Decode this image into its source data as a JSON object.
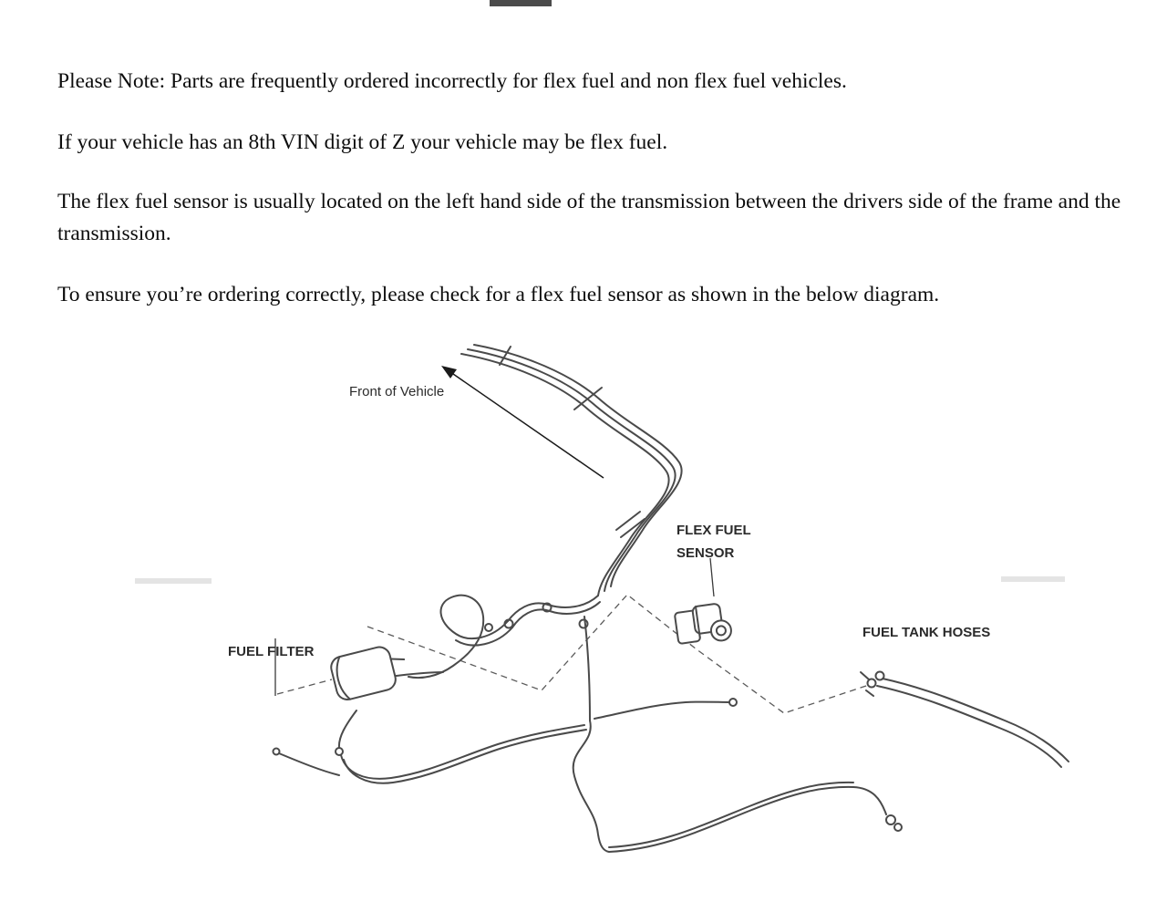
{
  "notice": {
    "paragraphs": [
      "Please Note: Parts are frequently ordered incorrectly for flex fuel and non flex fuel vehicles.",
      "If your vehicle has an 8th VIN digit of Z your vehicle may be flex fuel.",
      "The flex fuel sensor is usually located on the left hand side of the transmission between the drivers side of the frame and the transmission.",
      "To ensure you’re ordering correctly, please check for a flex fuel sensor as shown in the below diagram."
    ]
  },
  "diagram": {
    "labels": {
      "front_of_vehicle": "Front of Vehicle",
      "flex_fuel_sensor_line1": "FLEX FUEL",
      "flex_fuel_sensor_line2": "SENSOR",
      "fuel_tank_hoses": "FUEL TANK HOSES",
      "fuel_filter": "FUEL FILTER"
    },
    "line_color": "#4a4a4a"
  }
}
